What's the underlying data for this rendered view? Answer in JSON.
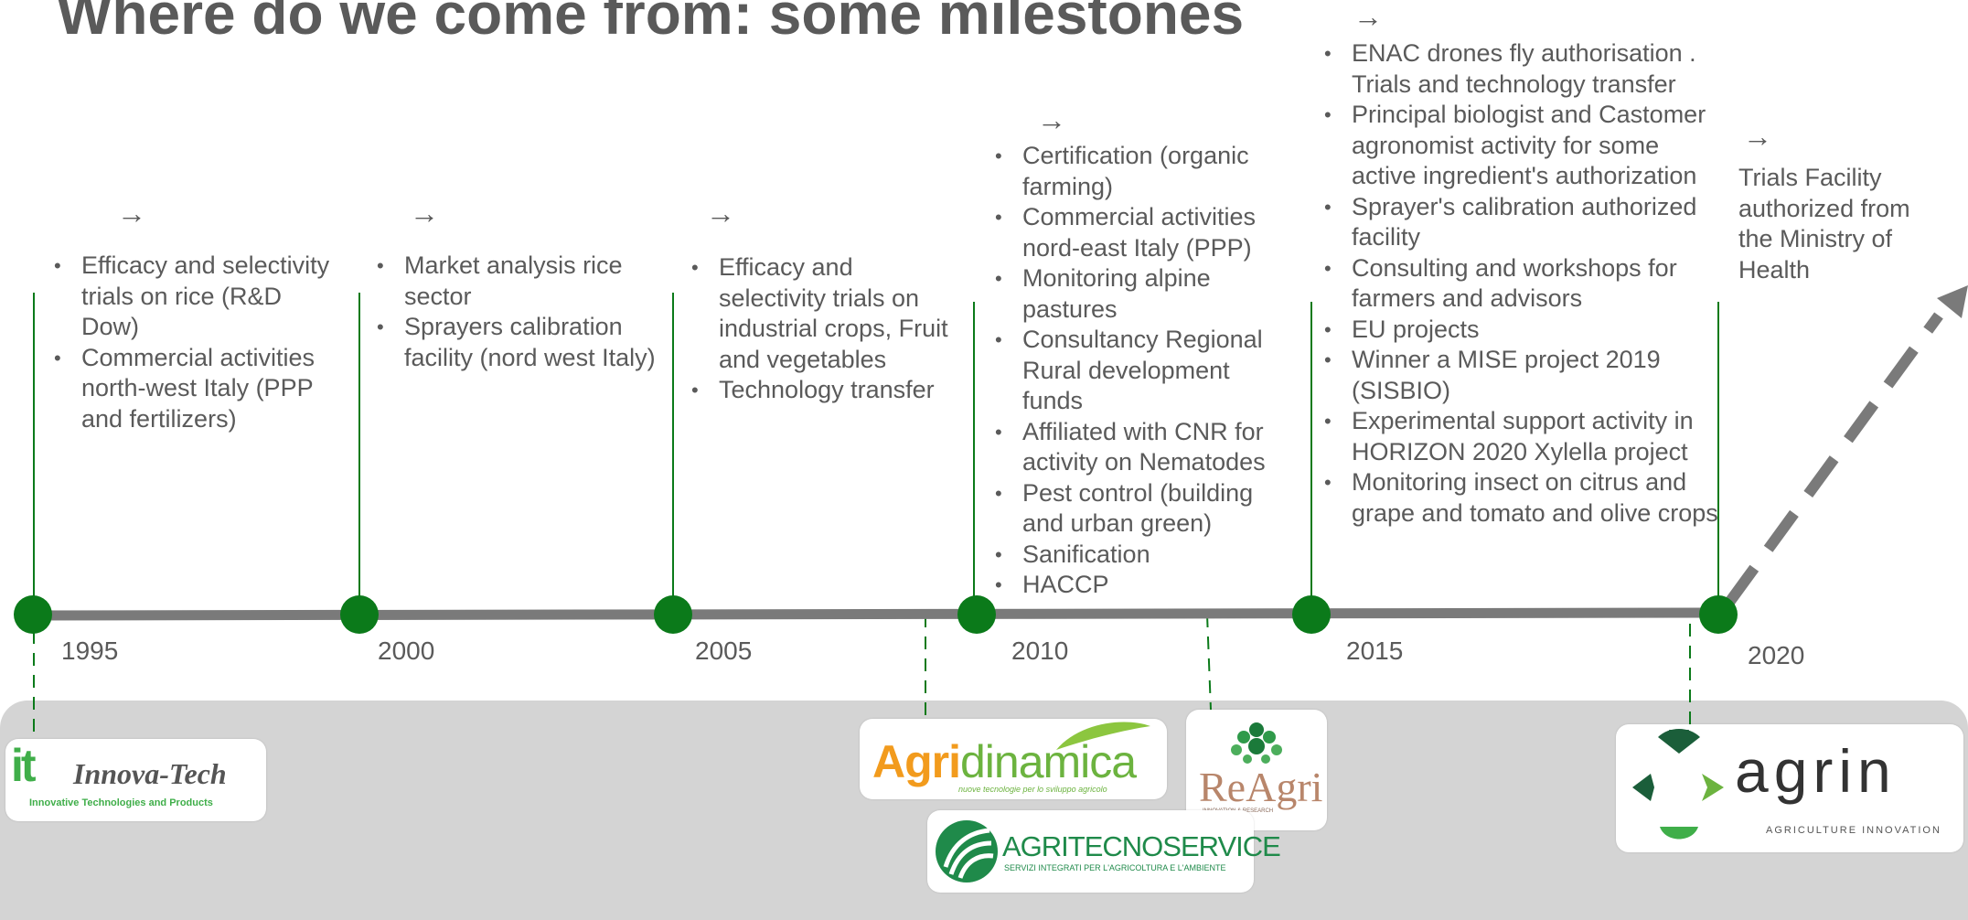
{
  "slide": {
    "title": "Where do we come from: some milestones",
    "arrow_glyph": "→"
  },
  "colors": {
    "timeline_line": "#7a7a7a",
    "milestone_green": "#0b7a1a",
    "text": "#5a5a5a",
    "logo_band": "#d4d4d4"
  },
  "years": [
    "1995",
    "2000",
    "2005",
    "2010",
    "2015",
    "2020"
  ],
  "milestones": [
    {
      "items": [
        "Efficacy and selectivity trials on rice (R&D Dow)",
        "Commercial activities north-west Italy (PPP and fertilizers)"
      ]
    },
    {
      "items": [
        "Market analysis rice sector",
        "Sprayers calibration facility (nord west Italy)"
      ]
    },
    {
      "items": [
        "Efficacy and selectivity trials on industrial crops, Fruit and vegetables",
        "Technology transfer"
      ]
    },
    {
      "items": [
        "Certification (organic farming)",
        "Commercial activities nord-east Italy (PPP)",
        "Monitoring alpine pastures",
        "Consultancy Regional Rural development funds",
        "Affiliated with CNR for activity on Nematodes",
        "Pest control (building and urban green)",
        "Sanification",
        "HACCP"
      ]
    },
    {
      "items": [
        "ENAC drones fly authorisation . Trials and technology transfer",
        "Principal biologist and Castomer agronomist activity for some active ingredient's authorization",
        "Sprayer's calibration authorized facility",
        "Consulting and workshops for farmers and advisors",
        "EU projects",
        "Winner a MISE project 2019 (SISBIO)",
        "Experimental support activity in HORIZON 2020 Xylella project",
        "Monitoring insect on citrus and grape and tomato and olive crops"
      ]
    },
    {
      "text": "Trials Facility authorized from the Ministry of Health"
    }
  ],
  "logos": {
    "innovatech": {
      "mark": "it",
      "name": "Innova-Tech",
      "tagline": "Innovative Technologies and Products"
    },
    "agridinamica": {
      "part1": "Agri",
      "part2": "dinamica",
      "tagline": "nuove tecnologie per lo sviluppo agricolo"
    },
    "reagri": {
      "name": "ReAgri",
      "tagline": "INNOVATION & RESEARCH"
    },
    "agritecnoservice": {
      "name": "AGRITECNOSERVICE",
      "tagline": "SERVIZI INTEGRATI PER L'AGRICOLTURA E L'AMBIENTE"
    },
    "agrin": {
      "name": "agrin",
      "tagline": "AGRICULTURE INNOVATION"
    }
  }
}
